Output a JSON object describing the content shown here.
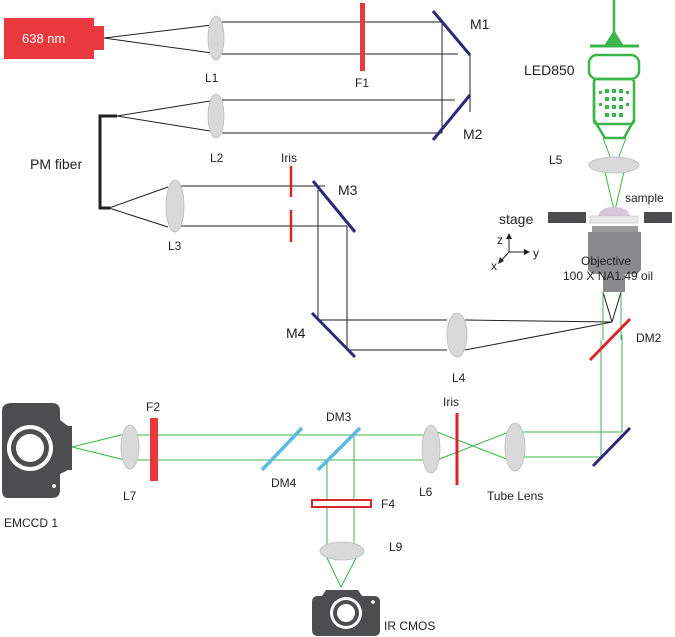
{
  "colors": {
    "laser": "#e8393f",
    "mirror": "#2b2a78",
    "dichroic_blue": "#5bbbe0",
    "dichroic_red": "#d8262b",
    "beam_green": "#3bb44a",
    "camera": "#4d4d4f",
    "lens_fill": "#d9d9d9",
    "text": "#231f20"
  },
  "labels": {
    "laser": "638 nm",
    "L1": "L1",
    "F1": "F1",
    "M1": "M1",
    "M2": "M2",
    "L2": "L2",
    "pm_fiber": "PM fiber",
    "iris_top": "Iris",
    "M3": "M3",
    "L3": "L3",
    "M4": "M4",
    "L4": "L4",
    "led": "LED850",
    "L5": "L5",
    "sample": "sample",
    "stage": "stage",
    "objective_1": "Objective",
    "objective_2": "100 X NA1.49 oil",
    "axis_z": "z",
    "axis_y": "y",
    "axis_x": "x",
    "DM2": "DM2",
    "F2": "F2",
    "L7": "L7",
    "DM3": "DM3",
    "DM4": "DM4",
    "iris_bottom": "Iris",
    "L6": "L6",
    "tube_lens": "Tube Lens",
    "F4": "F4",
    "L9": "L9",
    "emccd": "EMCCD 1",
    "ir_cmos": "IR CMOS"
  },
  "icons": [
    "laser-box",
    "led-icon",
    "camera-icon",
    "lens",
    "mirror",
    "filter",
    "iris",
    "axes-icon"
  ]
}
